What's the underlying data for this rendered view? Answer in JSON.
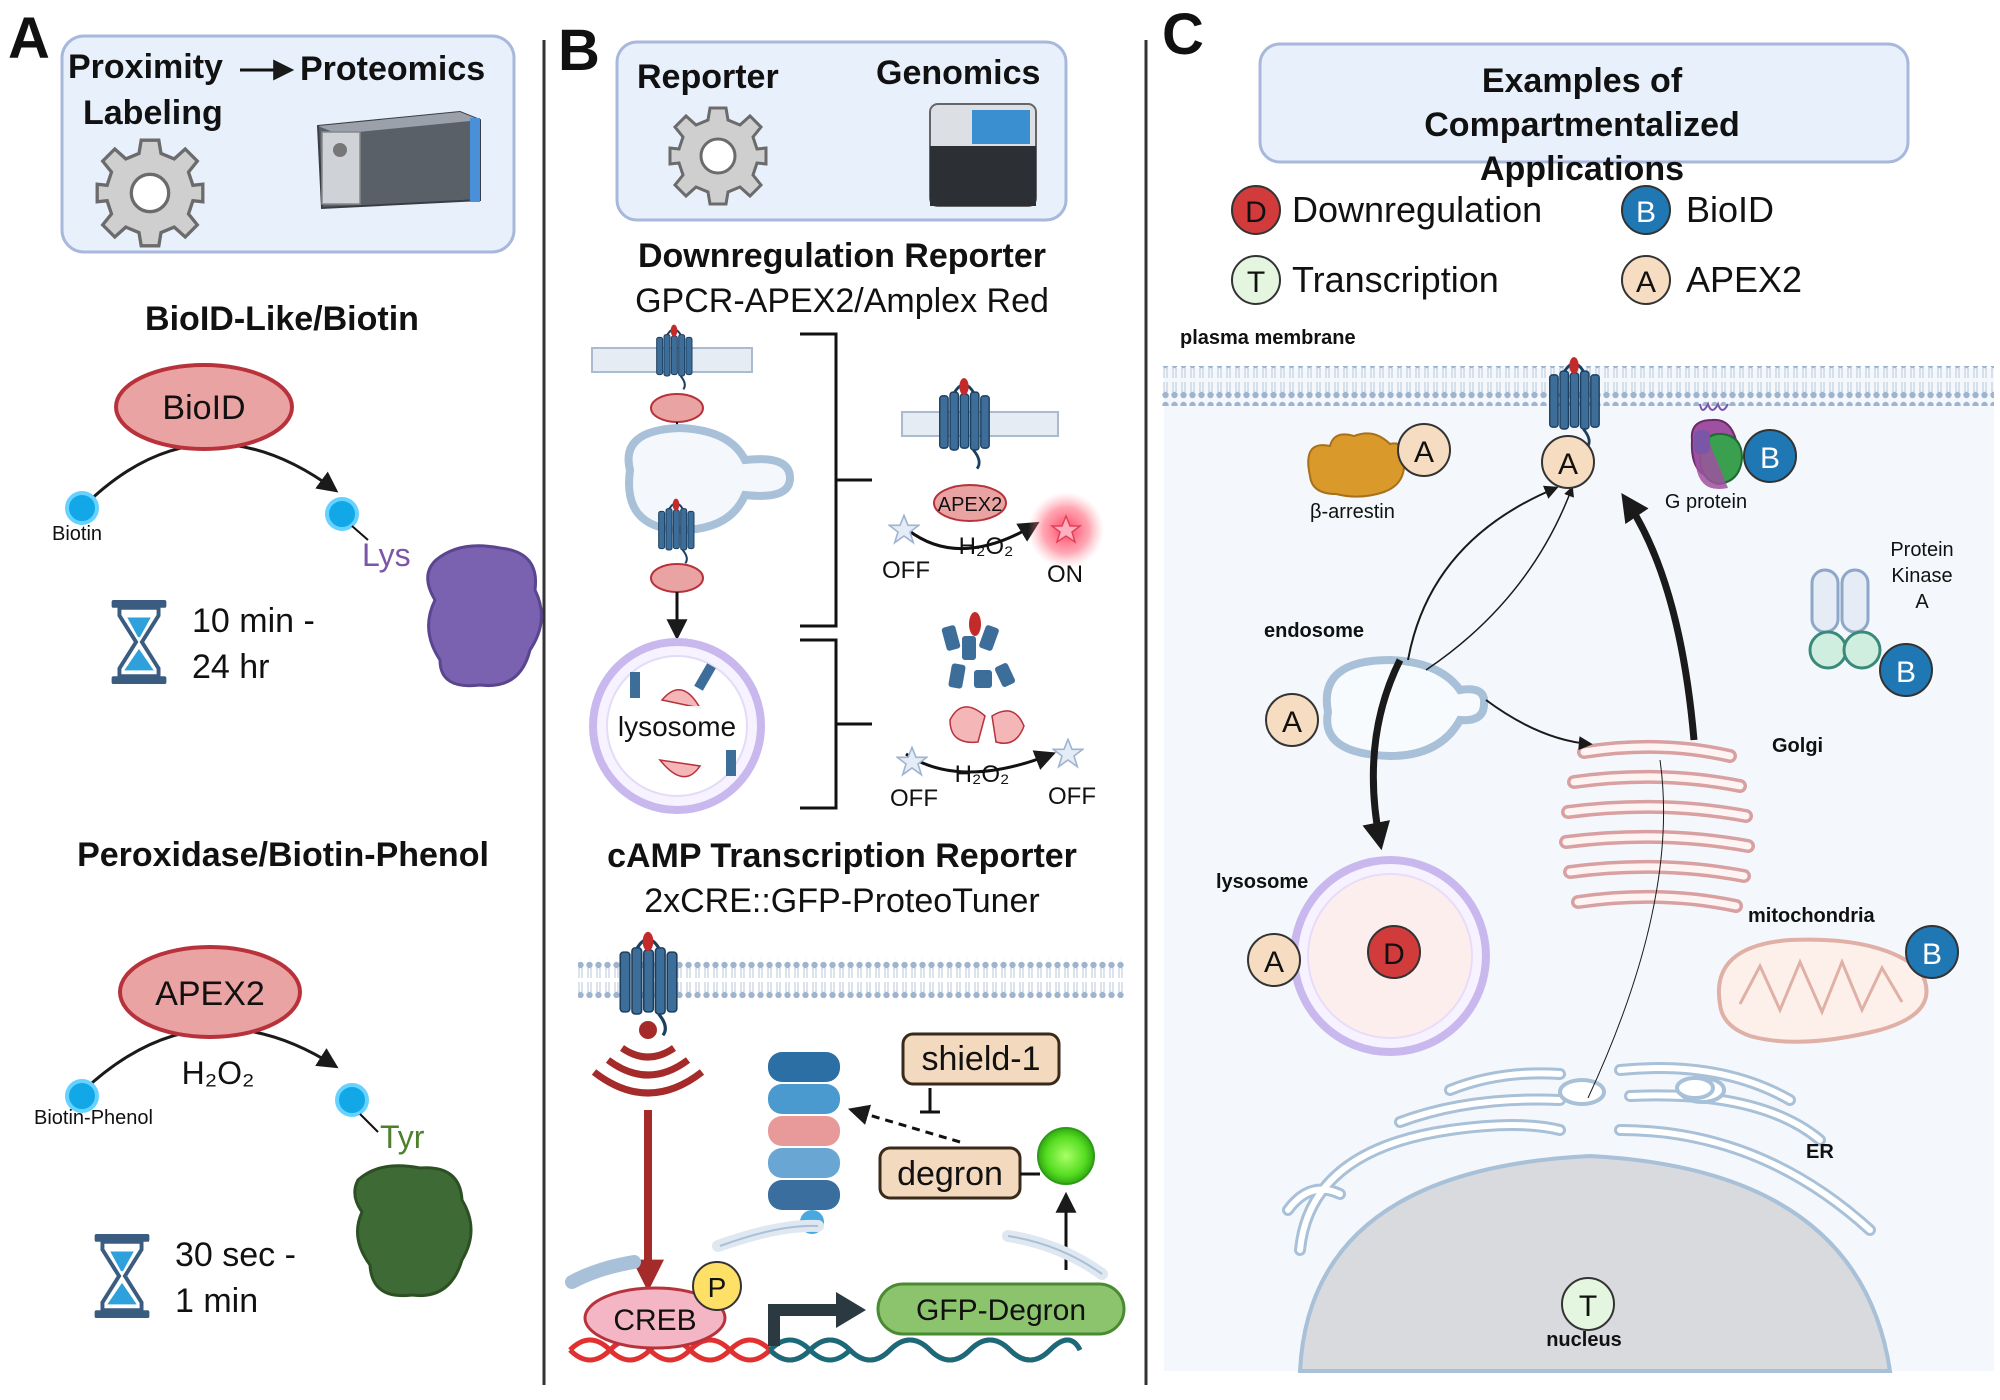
{
  "panel_a": {
    "letter": "A",
    "header": {
      "prox1": "Proximity",
      "prox2": "Labeling",
      "proteomics": "Proteomics"
    },
    "biotin_title": "BioID-Like/Biotin",
    "bioid_enzyme": "BioID",
    "biotin_label": "Biotin",
    "lys_label": "Lys",
    "time1_line1": "10 min -",
    "time1_line2": "24 hr",
    "perox_title": "Peroxidase/Biotin-Phenol",
    "apex_enzyme": "APEX2",
    "h2o2_label": "H₂O₂",
    "biotin_phenol_label": "Biotin-Phenol",
    "tyr_label": "Tyr",
    "time2_line1": "30 sec -",
    "time2_line2": "1 min",
    "colors": {
      "box_fill": "#e8f0fb",
      "box_stroke": "#a8b8dc",
      "enzyme_fill": "#eaa3a3",
      "enzyme_stroke": "#b8323c",
      "biotin_blue": "#12a8e8",
      "lys_color": "#7a55a8",
      "tyr_color": "#4e7f2a",
      "protein_purple": "#7a62b0",
      "protein_green": "#3e6b35"
    }
  },
  "panel_b": {
    "letter": "B",
    "header": {
      "reporter": "Reporter",
      "genomics": "Genomics"
    },
    "downreg_title": "Downregulation Reporter",
    "downreg_sub": "GPCR-APEX2/Amplex Red",
    "apex2_label": "APEX2",
    "h2o2_label": "H₂O₂",
    "off_label": "OFF",
    "on_label": "ON",
    "lysosome_label": "lysosome",
    "camp_title": "cAMP Transcription Reporter",
    "camp_sub": "2xCRE::GFP-ProteoTuner",
    "shield_label": "shield-1",
    "degron_label": "degron",
    "creb_label": "CREB",
    "p_label": "P",
    "gfp_degron_label": "GFP-Degron",
    "colors": {
      "receptor": "#3c6e9c",
      "creb_fill": "#f4b6c4",
      "gfp_fill": "#8cc46e",
      "tan": "#f3d9bd",
      "wave": "#a52a2a"
    }
  },
  "panel_c": {
    "letter": "C",
    "title_lines": [
      "Examples of",
      "Compartmentalized",
      "Applications"
    ],
    "legend": [
      {
        "key": "D",
        "label": "Downregulation",
        "fill": "#d23b3b"
      },
      {
        "key": "B",
        "label": "BioID",
        "fill": "#1f78b4"
      },
      {
        "key": "T",
        "label": "Transcription",
        "fill": "#e4f5e0"
      },
      {
        "key": "A",
        "label": "APEX2",
        "fill": "#f6dcc0"
      }
    ],
    "plasma_membrane": "plasma membrane",
    "beta_arrestin": "β-arrestin",
    "g_protein": "G protein",
    "pka_lines": [
      "Protein",
      "Kinase",
      "A"
    ],
    "endosome": "endosome",
    "golgi": "Golgi",
    "lysosome": "lysosome",
    "mitochondria": "mitochondria",
    "er": "ER",
    "nucleus": "nucleus",
    "badge_letters": {
      "a": "A",
      "b": "B",
      "d": "D",
      "t": "T"
    }
  }
}
